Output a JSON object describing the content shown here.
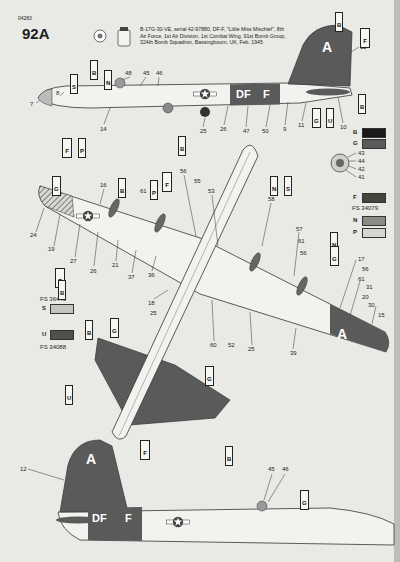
{
  "diagram": {
    "nodes": [
      {
        "text": [
          "B"
        ]
      },
      {
        "text": [
          "F"
        ]
      },
      {
        "text": [
          "B"
        ]
      },
      {
        "text": [
          "N"
        ]
      },
      {
        "text": [
          "S"
        ]
      },
      {
        "text": [
          "F"
        ]
      },
      {
        "text": [
          "P"
        ]
      },
      {
        "text": [
          "B"
        ]
      },
      {
        "text": [
          "G"
        ]
      },
      {
        "text": [
          "U"
        ]
      },
      {
        "text": [
          "B"
        ]
      },
      {
        "text": [
          "G"
        ]
      },
      {
        "text": [
          "B"
        ]
      },
      {
        "text": [
          "F"
        ]
      },
      {
        "text": [
          "P"
        ]
      },
      {
        "text": [
          "N"
        ]
      },
      {
        "text": [
          "S"
        ]
      },
      {
        "text": [
          "F"
        ]
      },
      {
        "text": [
          "B"
        ]
      },
      {
        "text": [
          "N"
        ]
      },
      {
        "text": [
          "G"
        ]
      },
      {
        "text": [
          "B"
        ]
      },
      {
        "text": [
          "G"
        ]
      },
      {
        "text": [
          "U"
        ]
      },
      {
        "text": [
          "F"
        ]
      },
      {
        "text": [
          "G"
        ]
      },
      {
        "text": [
          "B"
        ]
      },
      {
        "text": [
          "G"
        ]
      }
    ],
    "labels": [
      "04283",
      "92A",
      "B-17G-30-VE, serial 42-97880, DF-F, \"Little Miss Mischief\", 8th Air Force, 1st Air Division, 1st Combat Wing, 91st Bomb Group, 324th Bomb Squadron, Bassingbourn, UK, Feb. 1945",
      "12",
      "48",
      "45",
      "46",
      "8",
      "7",
      "14",
      "25",
      "26",
      "47",
      "50",
      "9",
      "11",
      "10",
      "A",
      "DF",
      "F",
      "43",
      "44",
      "42",
      "41",
      "FS 34079",
      "FS 36440",
      "FS 34088",
      "16",
      "24",
      "19",
      "27",
      "26",
      "21",
      "37",
      "36",
      "61",
      "56",
      "55",
      "53",
      "58",
      "57",
      "61",
      "56",
      "17",
      "56",
      "61",
      "31",
      "20",
      "30",
      "15",
      "18",
      "25",
      "60",
      "52",
      "25",
      "39",
      "A",
      "12",
      "A",
      "DF",
      "F",
      "45",
      "46"
    ],
    "legend": [
      {
        "text": "B",
        "color": "#1a1a1a"
      },
      {
        "text": "G",
        "color": "#5a5a5a"
      },
      {
        "text": "F",
        "color": "#45453e"
      },
      {
        "text": "N",
        "color": "#8a8a86"
      },
      {
        "text": "P",
        "color": "#d6d6d2"
      },
      {
        "text": "S",
        "color": "#c4c4c0"
      },
      {
        "text": "U",
        "color": "#4e4e4a"
      }
    ]
  }
}
